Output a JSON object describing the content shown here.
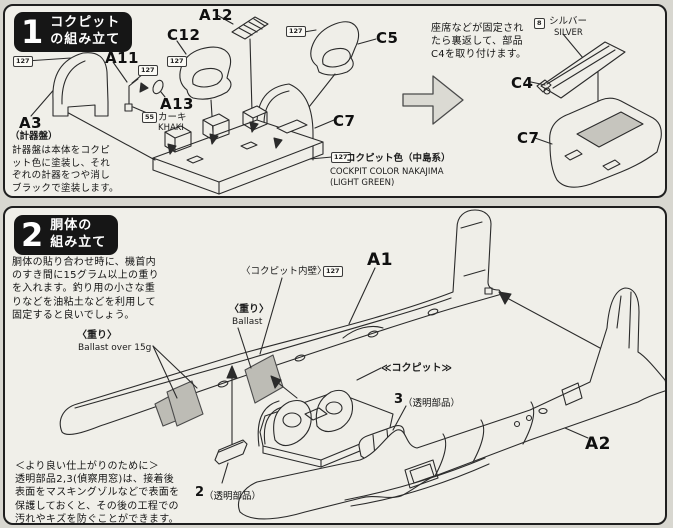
{
  "step1": {
    "badge": {
      "number": "1",
      "title": "コクピット\nの組み立て"
    },
    "markers": {
      "m127": "127",
      "m55": "55",
      "m8": "8"
    },
    "parts": {
      "a3": "A3",
      "a3_sub": "（計器盤）",
      "a11": "A11",
      "a13": "A13",
      "a12": "A12",
      "c12": "C12",
      "c5": "C5",
      "c7": "C7",
      "c4": "C4",
      "c7b": "C7"
    },
    "notes": {
      "a3_note": "計器盤は本体をコクピ\nット色に塗装し、それ\nぞれの計器をつや消し\nブラックで塗装します。",
      "khaki_jp": "カーキ",
      "khaki_en": "KHAKI",
      "cockpit_color_jp": "コクピット色（中島系）",
      "cockpit_color_en": "COCKPIT COLOR NAKAJIMA\n(LIGHT GREEN)",
      "flip_note": "座席などが固定され\nたら裏返して、部品\nC4を取り付けます。",
      "silver_jp": "シルバー",
      "silver_en": "SILVER"
    }
  },
  "step2": {
    "badge": {
      "number": "2",
      "title": "胴体の\n組み立て"
    },
    "markers": {
      "m127": "127"
    },
    "parts": {
      "a1": "A1",
      "a2": "A2",
      "p2_num": "2",
      "p3_num": "3",
      "clear_paren": "（透明部品）"
    },
    "labels": {
      "ballast_jp": "〈重り〉",
      "ballast_over_en": "Ballast over 15g",
      "ballast2_jp": "〈重り〉",
      "ballast2_en": "Ballast",
      "inner_wall": "〈コクピット内壁〉",
      "cockpit": "≪コクピット≫"
    },
    "notes": {
      "main": "胴体の貼り合わせ時に、機首内\nのすき間に15グラム以上の重り\nを入れます。釣り用の小さな重\nりなどを油粘土などを利用して\n固定すると良いでしょう。",
      "finish": "＜より良い仕上がりのために＞\n透明部品2,3(偵察用窓)は、接着後\n表面をマスキングゾルなどで表面を\n保護しておくと、その後の工程での\n汚れやキズを防ぐことができます。"
    }
  }
}
